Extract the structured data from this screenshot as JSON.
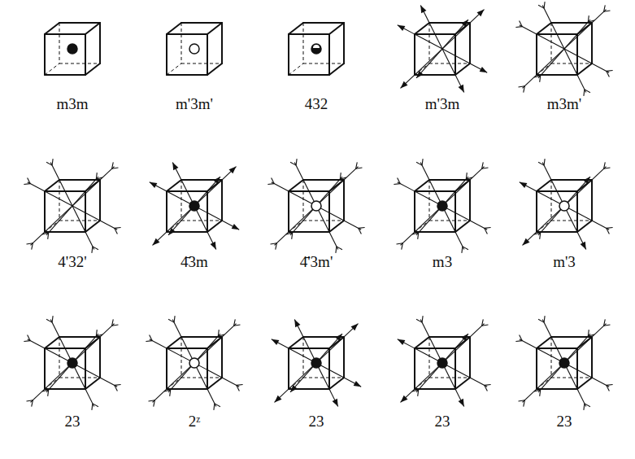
{
  "diagram": {
    "labels": [
      "m3m",
      "m'3m'",
      "432",
      "m'3m",
      "m3m'",
      "4'32'",
      "4̄3m",
      "4̄'3m'",
      "m3",
      "m'3",
      "23",
      "2ᶻ",
      "23",
      "23",
      "23"
    ]
  }
}
